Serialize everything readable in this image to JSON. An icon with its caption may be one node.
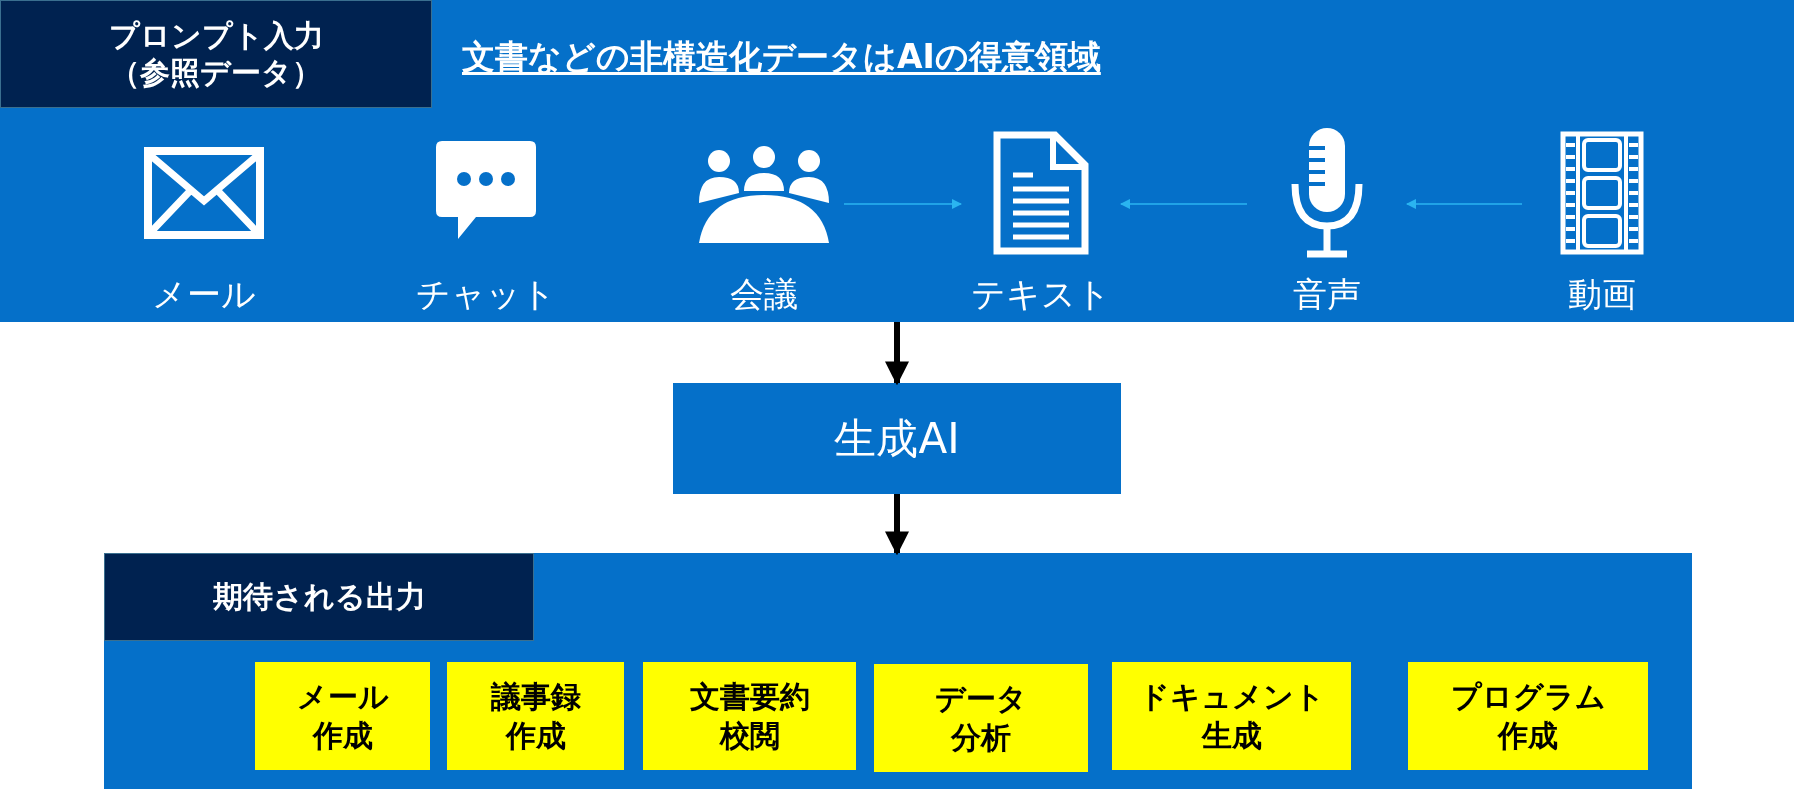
{
  "diagram": {
    "nodes": [
      {
        "text": [
          "文書などの非構造化データはAIの得意領域"
        ]
      },
      {
        "text": [
          "プロンプト入力（参照データ）"
        ],
        "in": 0
      },
      {
        "text": [
          "メール"
        ],
        "in": 0
      },
      {
        "text": [
          "チャット"
        ],
        "in": 0
      },
      {
        "text": [
          "会議"
        ],
        "in": 0
      },
      {
        "text": [
          "テキスト"
        ],
        "in": 0
      },
      {
        "text": [
          "音声"
        ],
        "in": 0
      },
      {
        "text": [
          "動画"
        ],
        "in": 0
      },
      {
        "text": [
          "生成AI"
        ]
      },
      {
        "text": [],
        "shape": "box"
      },
      {
        "text": [
          "期待される出力"
        ],
        "in": 9
      },
      {
        "text": [
          "メール作成"
        ],
        "in": 9
      },
      {
        "text": [
          "議事録作成"
        ],
        "in": 9
      },
      {
        "text": [
          "文書要約校閲"
        ],
        "in": 9
      },
      {
        "text": [
          "データ分析"
        ],
        "in": 9
      },
      {
        "text": [
          "ドキュメント生成"
        ],
        "in": 9
      },
      {
        "text": [
          "プログラム作成"
        ],
        "in": 9
      }
    ],
    "edges": [
      {
        "from": 0,
        "to": 8,
        "arrow": "to",
        "style": "thick",
        "color": "#000000"
      },
      {
        "from": 8,
        "to": 9,
        "arrow": "to",
        "style": "thick",
        "color": "#000000"
      },
      {
        "from": 4,
        "to": 5,
        "arrow": "to"
      },
      {
        "from": 6,
        "to": 5,
        "arrow": "to"
      },
      {
        "from": 7,
        "to": 6,
        "arrow": "to"
      }
    ]
  }
}
